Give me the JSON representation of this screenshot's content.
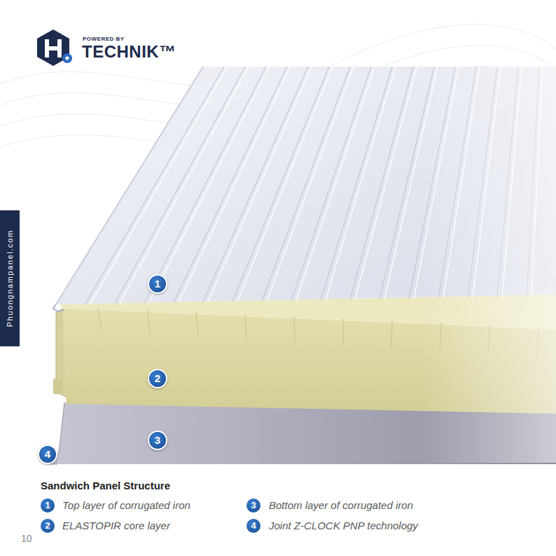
{
  "diagram": {
    "title": "Sandwich Panel Structure",
    "labels": [
      "POWERED BY",
      "TECHNIK™",
      "Phuongnampanel.com",
      "1",
      "2",
      "3",
      "4",
      "1",
      "2",
      "3",
      "4",
      "10"
    ],
    "legend": [
      {
        "text": "Top layer of corrugated iron"
      },
      {
        "text": "ELASTOPIR core layer"
      },
      {
        "text": "Bottom layer of corrugated iron"
      },
      {
        "text": "Joint Z-CLOCK PNP technology"
      }
    ]
  }
}
